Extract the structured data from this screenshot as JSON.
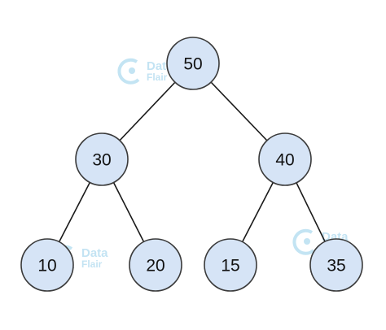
{
  "diagram": {
    "type": "binary-tree",
    "colors": {
      "node_fill": "#d6e4f6",
      "node_stroke": "#3a3a3a",
      "edge": "#1a1a1a",
      "watermark": "#b9dff1"
    },
    "watermark_text": [
      "Data",
      "Flair"
    ],
    "nodes": [
      {
        "id": "n50",
        "label": "50"
      },
      {
        "id": "n30",
        "label": "30"
      },
      {
        "id": "n40",
        "label": "40"
      },
      {
        "id": "n10",
        "label": "10"
      },
      {
        "id": "n20",
        "label": "20"
      },
      {
        "id": "n15",
        "label": "15"
      },
      {
        "id": "n35",
        "label": "35"
      }
    ],
    "edges": [
      {
        "from": "n50",
        "to": "n30"
      },
      {
        "from": "n50",
        "to": "n40"
      },
      {
        "from": "n30",
        "to": "n10"
      },
      {
        "from": "n30",
        "to": "n20"
      },
      {
        "from": "n40",
        "to": "n15"
      },
      {
        "from": "n40",
        "to": "n35"
      }
    ]
  }
}
